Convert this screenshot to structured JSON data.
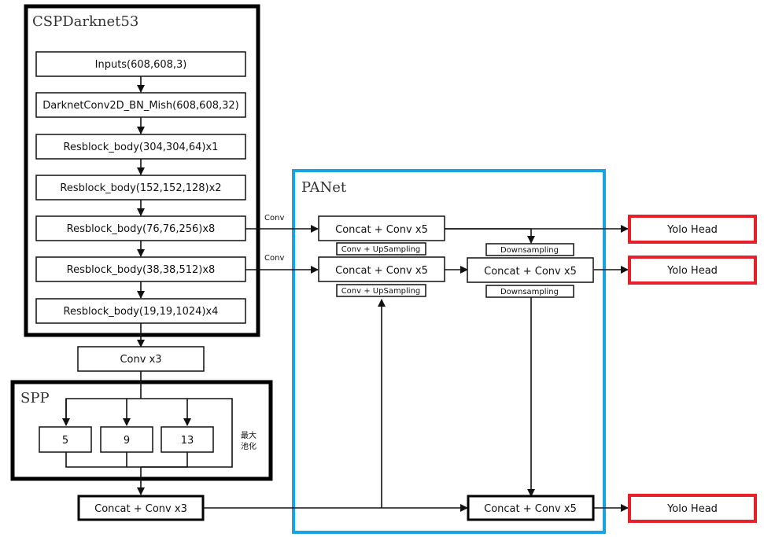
{
  "diagram": {
    "groups": {
      "backbone": {
        "title": "CSPDarknet53",
        "color": "#000000"
      },
      "spp": {
        "title": "SPP",
        "color": "#000000",
        "pool_label_1": "最大",
        "pool_label_2": "池化"
      },
      "panet": {
        "title": "PANet",
        "color": "#1aa3e2"
      }
    },
    "backbone_layers": [
      "Inputs(608,608,3)",
      "DarknetConv2D_BN_Mish(608,608,32)",
      "Resblock_body(304,304,64)x1",
      "Resblock_body(152,152,128)x2",
      "Resblock_body(76,76,256)x8",
      "Resblock_body(38,38,512)x8",
      "Resblock_body(19,19,1024)x4"
    ],
    "conv_x3": "Conv x3",
    "spp_pools": [
      "5",
      "9",
      "13"
    ],
    "concat_conv_x3": "Concat + Conv x3",
    "edge_labels": {
      "conv_1": "Conv",
      "conv_2": "Conv"
    },
    "panet_nodes": {
      "up1": "Concat + Conv x5",
      "up2": "Concat + Conv x5",
      "down1": "Concat + Conv x5",
      "down2": "Concat + Conv x5",
      "upsample_1": "Conv + UpSampling",
      "upsample_2": "Conv + UpSampling",
      "downsample_1": "Downsampling",
      "downsample_2": "Downsampling"
    },
    "heads": [
      "Yolo Head",
      "Yolo Head",
      "Yolo Head"
    ],
    "head_color": "#e8202a"
  }
}
